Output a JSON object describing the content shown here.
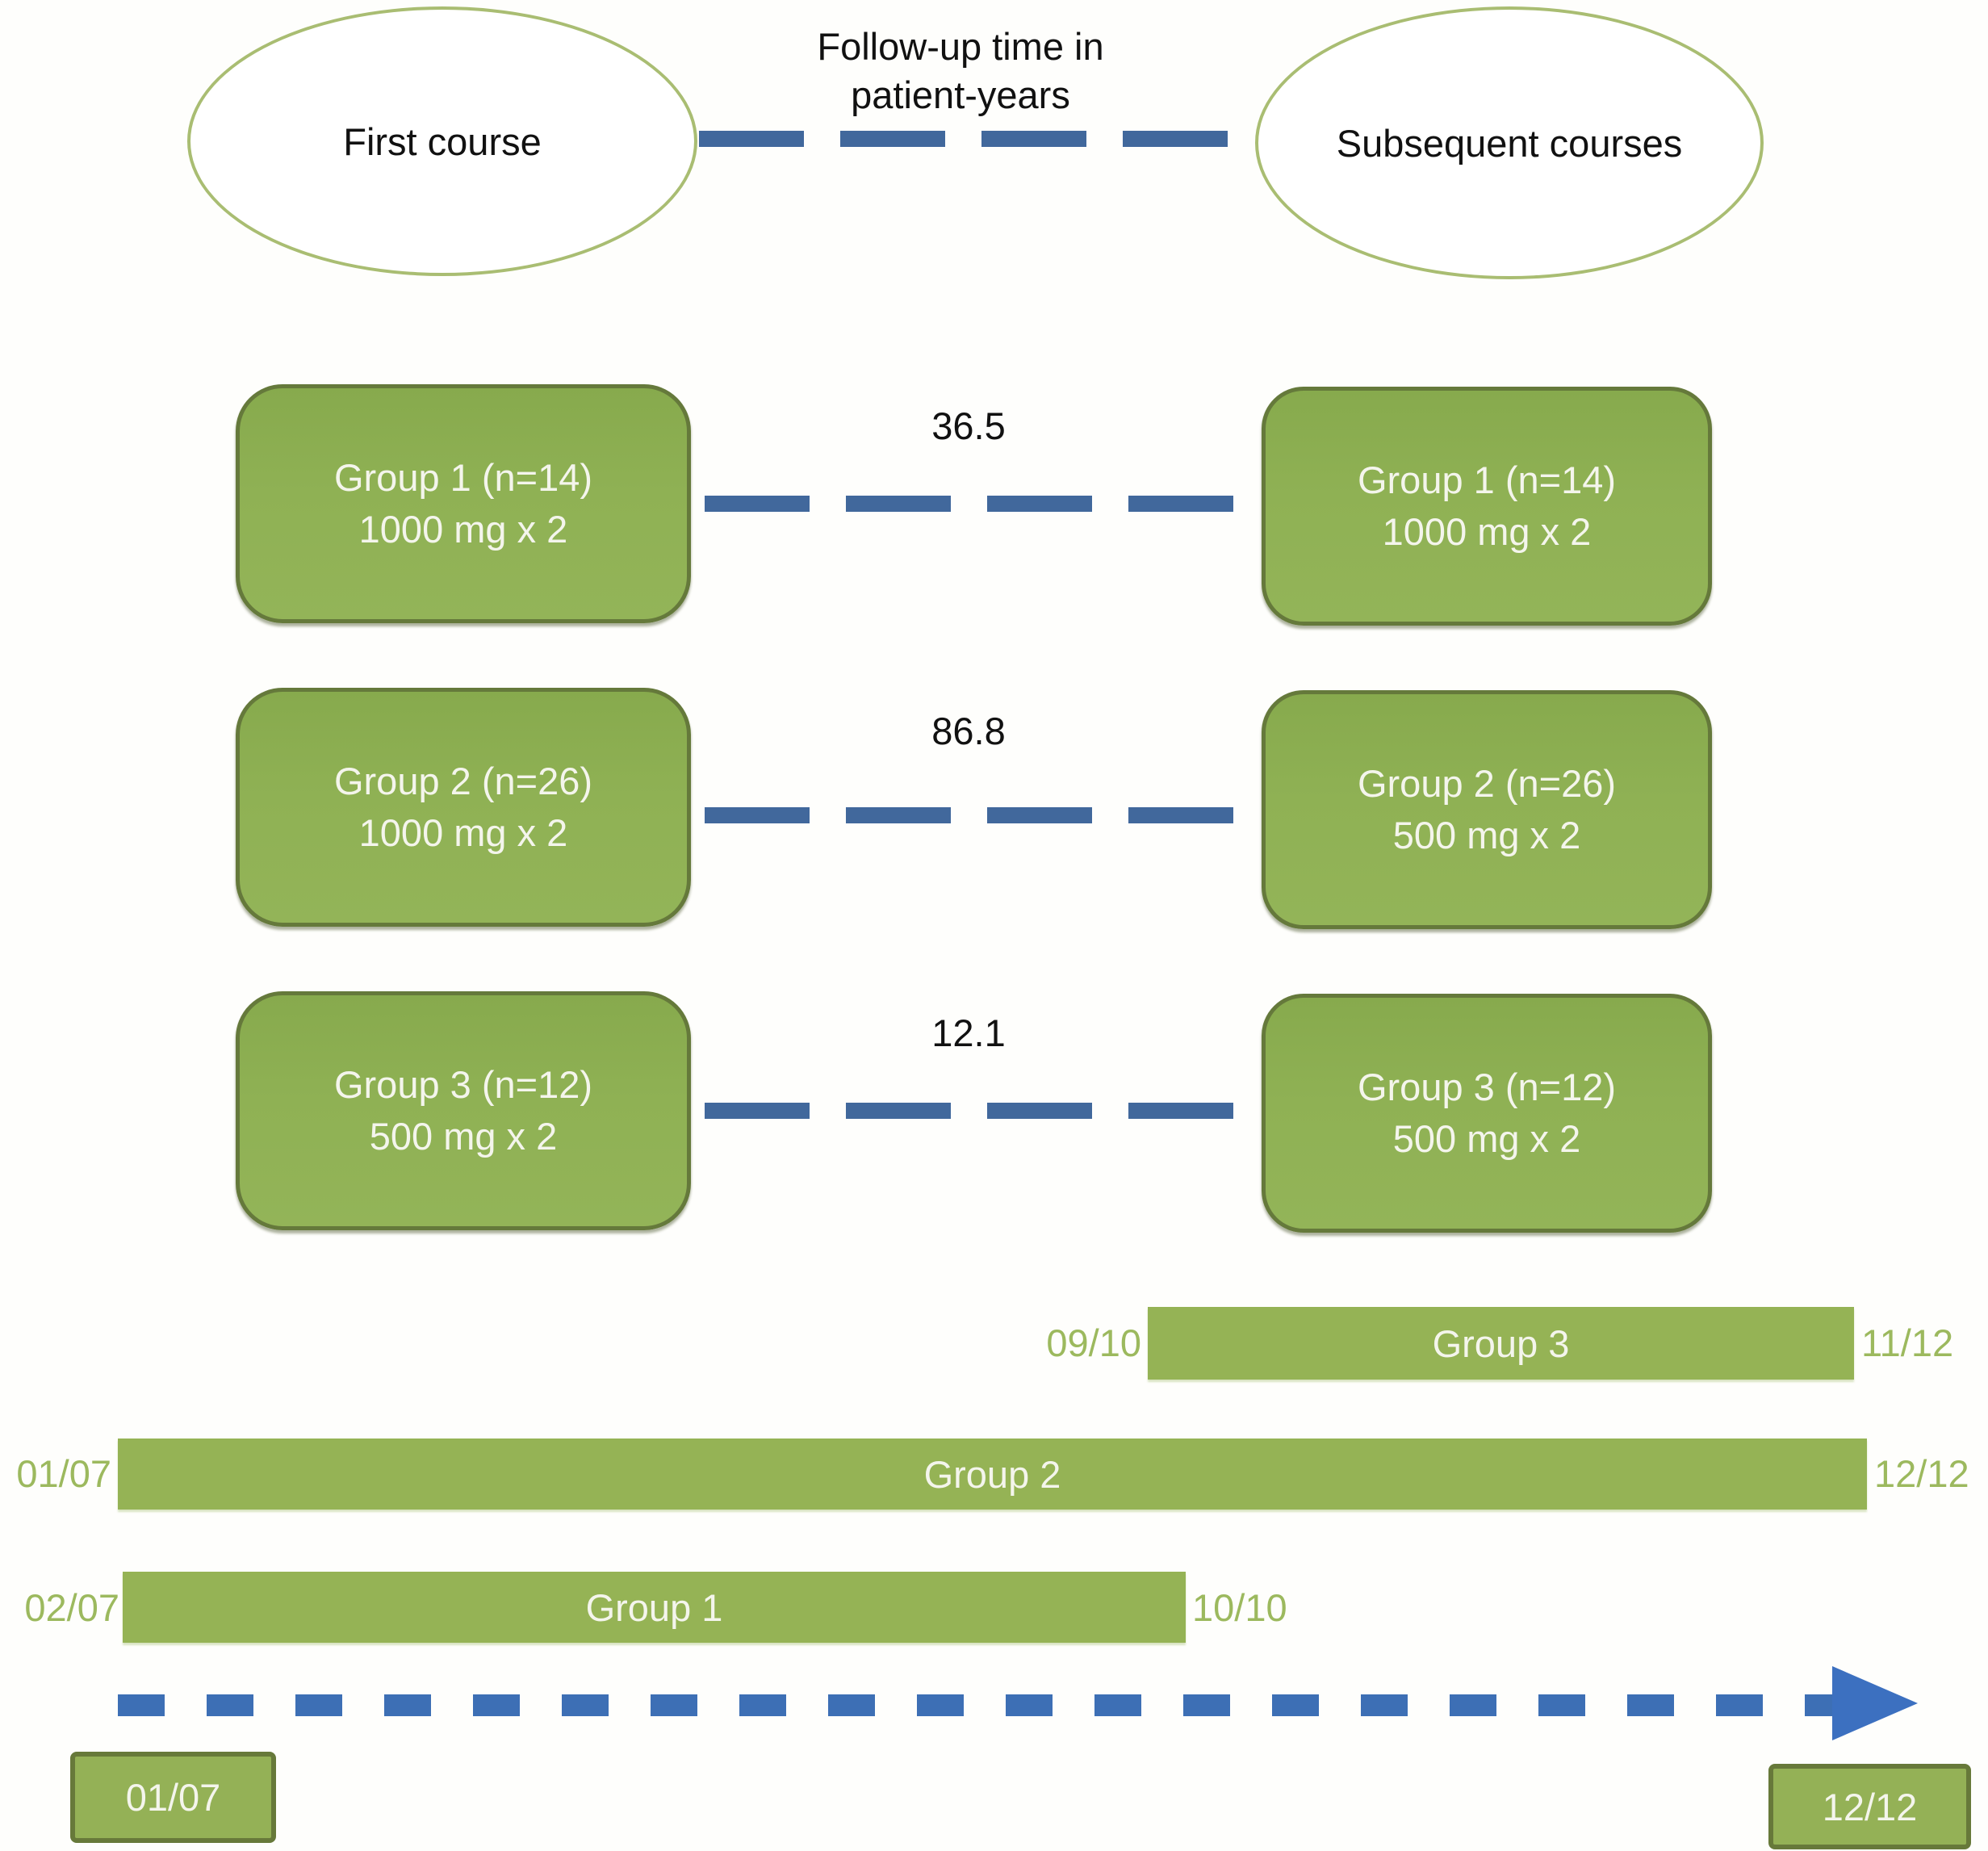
{
  "diagram": {
    "column_left": "First course",
    "column_right": "Subsequent courses",
    "center_title_line1": "Follow-up time in",
    "center_title_line2": "patient-years"
  },
  "flow_rows": [
    {
      "left_line1": "Group 1 (n=14)",
      "left_line2": "1000 mg x 2",
      "followup_patient_years": "36.5",
      "right_line1": "Group 1 (n=14)",
      "right_line2": "1000 mg x 2"
    },
    {
      "left_line1": "Group 2 (n=26)",
      "left_line2": "1000 mg x 2",
      "followup_patient_years": "86.8",
      "right_line1": "Group 2 (n=26)",
      "right_line2": "500 mg x 2"
    },
    {
      "left_line1": "Group 3 (n=12)",
      "left_line2": "500 mg x 2",
      "followup_patient_years": "12.1",
      "right_line1": "Group 3 (n=12)",
      "right_line2": "500 mg x 2"
    }
  ],
  "timeline": {
    "bars": [
      {
        "label": "Group 3",
        "start": "09/10",
        "end": "11/12"
      },
      {
        "label": "Group 2",
        "start": "01/07",
        "end": "12/12"
      },
      {
        "label": "Group 1",
        "start": "02/07",
        "end": "10/10"
      }
    ],
    "axis_start": "01/07",
    "axis_end": "12/12"
  },
  "colors": {
    "box_green": "#8cb052",
    "box_border": "#65793b",
    "bar_green": "#95b355",
    "green_label_text": "#9cb95e",
    "dash_blue": "#41689c",
    "arrow_blue": "#3c70c0",
    "ellipse_border": "#a9bd72"
  }
}
